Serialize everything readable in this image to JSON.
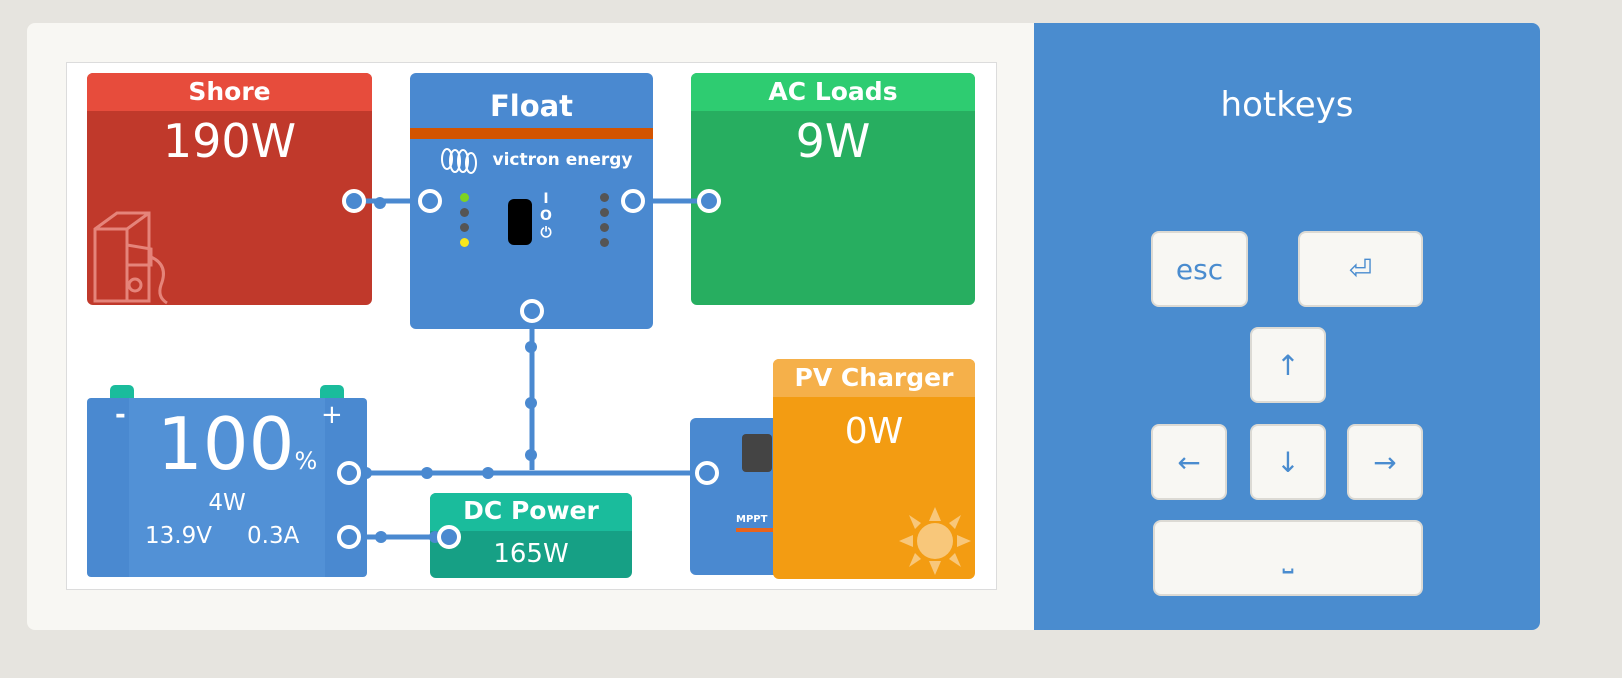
{
  "diagram": {
    "shore": {
      "title": "Shore",
      "value": "190W"
    },
    "inverter": {
      "title": "Float",
      "brand": "victron energy",
      "switch_on": "I",
      "switch_off": "O",
      "leds_left": [
        "#7ed321",
        "#555",
        "#555",
        "#f8e71c"
      ]
    },
    "ac_loads": {
      "title": "AC Loads",
      "value": "9W"
    },
    "battery": {
      "soc": "100",
      "soc_unit": "%",
      "power": "4W",
      "voltage": "13.9V",
      "current": "0.3A",
      "minus": "-",
      "plus": "+"
    },
    "dc_power": {
      "title": "DC Power",
      "value": "165W"
    },
    "pv_charger": {
      "title": "PV Charger",
      "value": "0W",
      "device_label": "MPPT"
    }
  },
  "hotkeys": {
    "title": "hotkeys",
    "keys": {
      "esc": "esc",
      "enter": "⏎",
      "up": "↑",
      "left": "←",
      "down": "↓",
      "right": "→",
      "space": "⎵"
    }
  },
  "colors": {
    "accent": "#4a8ccf",
    "shore": "#c0392b",
    "ac_loads": "#27ae60",
    "pv": "#f39c12",
    "dc": "#16a085"
  }
}
